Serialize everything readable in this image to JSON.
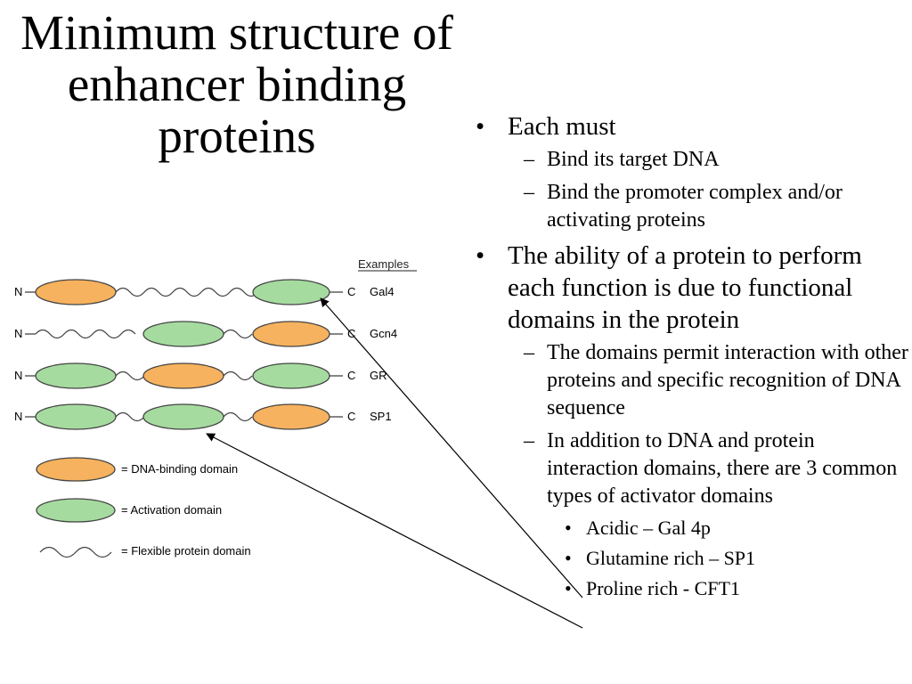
{
  "title": "Minimum structure of enhancer binding proteins",
  "bullets": {
    "b1": "Each must",
    "b1_1": "Bind its target DNA",
    "b1_2": "Bind the promoter complex and/or activating proteins",
    "b2": "The ability of a protein to perform each function is due to functional domains in the protein",
    "b2_1": "The domains permit interaction with other proteins and specific recognition of DNA sequence",
    "b2_2": "In addition to DNA and protein interaction domains, there are 3 common types of activator domains",
    "b2_2_1": "Acidic – Gal 4p",
    "b2_2_2": "Glutamine rich – SP1",
    "b2_2_3": "Proline rich - CFT1"
  },
  "diagram": {
    "examples_heading": "Examples",
    "n_label": "N",
    "c_label": "C",
    "proteins": [
      "Gal4",
      "Gcn4",
      "GR",
      "SP1"
    ],
    "legend": {
      "dna_binding": "= DNA-binding domain",
      "activation": "= Activation domain",
      "flexible": "= Flexible protein domain"
    },
    "colors": {
      "dna_binding": "#f6b25e",
      "activation": "#a6dba0",
      "outline": "#444444"
    }
  }
}
